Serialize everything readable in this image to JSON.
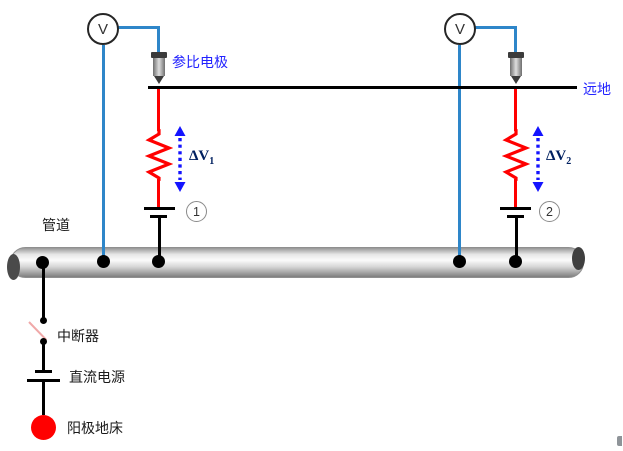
{
  "voltmeters": [
    {
      "label": "V"
    },
    {
      "label": "V"
    }
  ],
  "labels": {
    "reference_electrode": "参比电极",
    "remote_earth": "远地",
    "pipeline": "管道",
    "interrupter": "中断器",
    "dc_power_supply": "直流电源",
    "anode_ground_bed": "阳极地床"
  },
  "measurements": [
    {
      "delta_v": "ΔV",
      "subscript": "1",
      "test_point": "1"
    },
    {
      "delta_v": "ΔV",
      "subscript": "2",
      "test_point": "2"
    }
  ],
  "colors": {
    "wire_blue": "#2E86C9",
    "text_blue": "#2222FF",
    "delta_navy": "#002060",
    "arrow_blue": "#1414FF",
    "signal_red": "#FF0000",
    "switch_blade_pink": "#F0A8A8",
    "pipe_gray": "#c8c8c8"
  }
}
